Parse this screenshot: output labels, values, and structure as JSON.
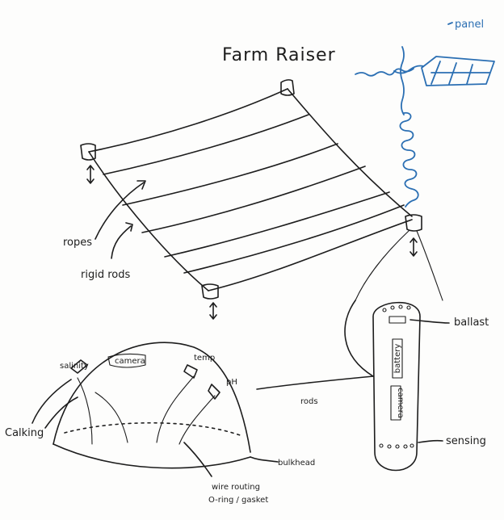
{
  "title": "Farm Raiser",
  "labels": {
    "solar_panel": "panel",
    "ropes": "ropes",
    "rigid_rods": "rigid rods",
    "ballast": "ballast",
    "battery": "battery",
    "camera_left": "camera",
    "sensing": "sensing",
    "rods": "rods",
    "salinity": "salinity",
    "camera_dome": "camera",
    "temp": "temp",
    "ph": "pH",
    "calking": "Calking",
    "bulkhead": "bulkhead",
    "wire_routing_1": "wire routing",
    "wire_routing_2": "O-ring / gasket"
  },
  "colors": {
    "ink": "#1d1d1d",
    "blue_ink": "#2b6fb3",
    "paper": "#fdfdfc"
  }
}
